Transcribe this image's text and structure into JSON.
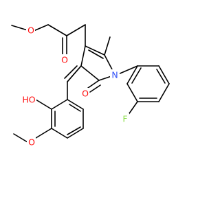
{
  "molecule": {
    "atoms": {
      "o_ester_methyl": {
        "text": "O",
        "color": "#ff0d0d"
      },
      "o_carbonyl_ester": {
        "text": "O",
        "color": "#ff0d0d"
      },
      "n_ring": {
        "text": "N",
        "color": "#3050f8"
      },
      "f": {
        "text": "F",
        "color": "#90e050"
      },
      "o_lactam": {
        "text": "O",
        "color": "#ff0d0d"
      },
      "oh": {
        "text": "HO",
        "color": "#ff0d0d"
      },
      "o_methoxy": {
        "text": "O",
        "color": "#ff0d0d"
      }
    }
  }
}
